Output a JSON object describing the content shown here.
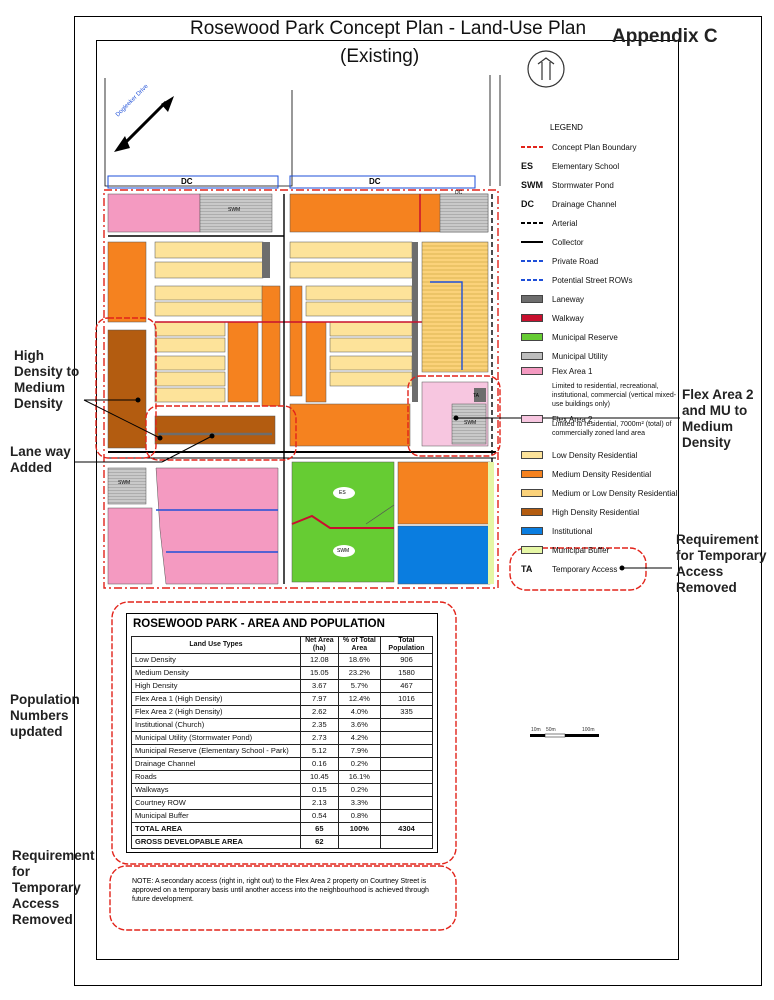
{
  "header": {
    "title": "Rosewood Park Concept Plan - Land-Use Plan",
    "subtitle": "(Existing)",
    "appendix": "Appendix C"
  },
  "map": {
    "road_label": "Dogleeker Drive",
    "dc_left": "DC",
    "dc_right": "DC",
    "dc_corner": "DC",
    "swm_top": "SWM",
    "swm_right": "SWM",
    "swm_left": "SWM",
    "swm_center": "SWM",
    "es": "ES",
    "ta": "TA"
  },
  "callouts": {
    "high_density": "High Density to Medium Density",
    "lane_way": "Lane way Added",
    "flex_area": "Flex Area 2 and MU to Medium Density",
    "requirement_right": "Requirement for Temporary Access Removed",
    "population": "Population Numbers updated",
    "requirement_left": "Requirement for Temporary Access Removed"
  },
  "legend": {
    "title": "LEGEND",
    "items": [
      {
        "code": "",
        "label": "Concept Plan Boundary",
        "symbol": "dash-red",
        "color": "#e2231a"
      },
      {
        "code": "ES",
        "label": "Elementary School",
        "symbol": "code"
      },
      {
        "code": "SWM",
        "label": "Stormwater Pond",
        "symbol": "code"
      },
      {
        "code": "DC",
        "label": "Drainage Channel",
        "symbol": "code"
      },
      {
        "code": "",
        "label": "Arterial",
        "symbol": "dash-black",
        "color": "#000000"
      },
      {
        "code": "",
        "label": "Collector",
        "symbol": "line-black",
        "color": "#000000"
      },
      {
        "code": "",
        "label": "Private Road",
        "symbol": "arrow-blue",
        "color": "#1e4fd8"
      },
      {
        "code": "",
        "label": "Potential Street ROWs",
        "symbol": "arrow-blue",
        "color": "#1e4fd8"
      },
      {
        "code": "",
        "label": "Laneway",
        "symbol": "box",
        "color": "#6d6d6d"
      },
      {
        "code": "",
        "label": "Walkway",
        "symbol": "box",
        "color": "#c8102e"
      },
      {
        "code": "",
        "label": "Municipal Reserve",
        "symbol": "box",
        "color": "#66cc33"
      },
      {
        "code": "",
        "label": "Municipal Utility",
        "symbol": "box",
        "color": "#bdbdbd"
      },
      {
        "code": "",
        "label": "Flex Area 1",
        "symbol": "box",
        "color": "#f49ac1"
      },
      {
        "code": "",
        "label": "Flex Area 2",
        "symbol": "box",
        "color": "#f7c6e0"
      },
      {
        "code": "",
        "label": "Low Density Residential",
        "symbol": "box",
        "color": "#fde39a"
      },
      {
        "code": "",
        "label": "Medium Density Residential",
        "symbol": "box",
        "color": "#f5821f"
      },
      {
        "code": "",
        "label": "Medium or Low Density Residential",
        "symbol": "box",
        "color": "#fbd27a"
      },
      {
        "code": "",
        "label": "High Density Residential",
        "symbol": "box",
        "color": "#b35c10"
      },
      {
        "code": "",
        "label": "Institutional",
        "symbol": "box",
        "color": "#0a7de0"
      },
      {
        "code": "",
        "label": "Municipal Buffer",
        "symbol": "box",
        "color": "#e6f7a6"
      },
      {
        "code": "TA",
        "label": "Temporary Access",
        "symbol": "code"
      }
    ],
    "flex1_note": "Limited to residential, recreational, institutional, commercial (vertical mixed-use buildings only)",
    "flex2_note": "Limited to residential, 7000m² (total) of commercially zoned land area"
  },
  "scale": {
    "a": "10m",
    "b": "50m",
    "c": "100m"
  },
  "table": {
    "title": "ROSEWOOD PARK - AREA AND POPULATION",
    "headers": [
      "Land Use Types",
      "Net Area (ha)",
      "% of Total Area",
      "Total Population"
    ],
    "rows": [
      [
        "Low Density",
        "12.08",
        "18.6%",
        "906"
      ],
      [
        "Medium Density",
        "15.05",
        "23.2%",
        "1580"
      ],
      [
        "High Density",
        "3.67",
        "5.7%",
        "467"
      ],
      [
        "Flex Area 1 (High Density)",
        "7.97",
        "12.4%",
        "1016"
      ],
      [
        "Flex Area 2 (High Density)",
        "2.62",
        "4.0%",
        "335"
      ],
      [
        "Institutional (Church)",
        "2.35",
        "3.6%",
        ""
      ],
      [
        "Municipal Utility (Stormwater Pond)",
        "2.73",
        "4.2%",
        ""
      ],
      [
        "Municipal Reserve (Elementary School - Park)",
        "5.12",
        "7.9%",
        ""
      ],
      [
        "Drainage Channel",
        "0.16",
        "0.2%",
        ""
      ],
      [
        "Roads",
        "10.45",
        "16.1%",
        ""
      ],
      [
        "Walkways",
        "0.15",
        "0.2%",
        ""
      ],
      [
        "Courtney ROW",
        "2.13",
        "3.3%",
        ""
      ],
      [
        "Municipal Buffer",
        "0.54",
        "0.8%",
        ""
      ]
    ],
    "total": [
      "TOTAL AREA",
      "65",
      "100%",
      "4304"
    ],
    "gross": [
      "GROSS DEVELOPABLE AREA",
      "62",
      "",
      ""
    ]
  },
  "note": "NOTE: A secondary access (right in, right out) to the Flex Area 2 property on Courtney Street is approved on a temporary basis until another access into the neighbourhood is achieved through future development."
}
